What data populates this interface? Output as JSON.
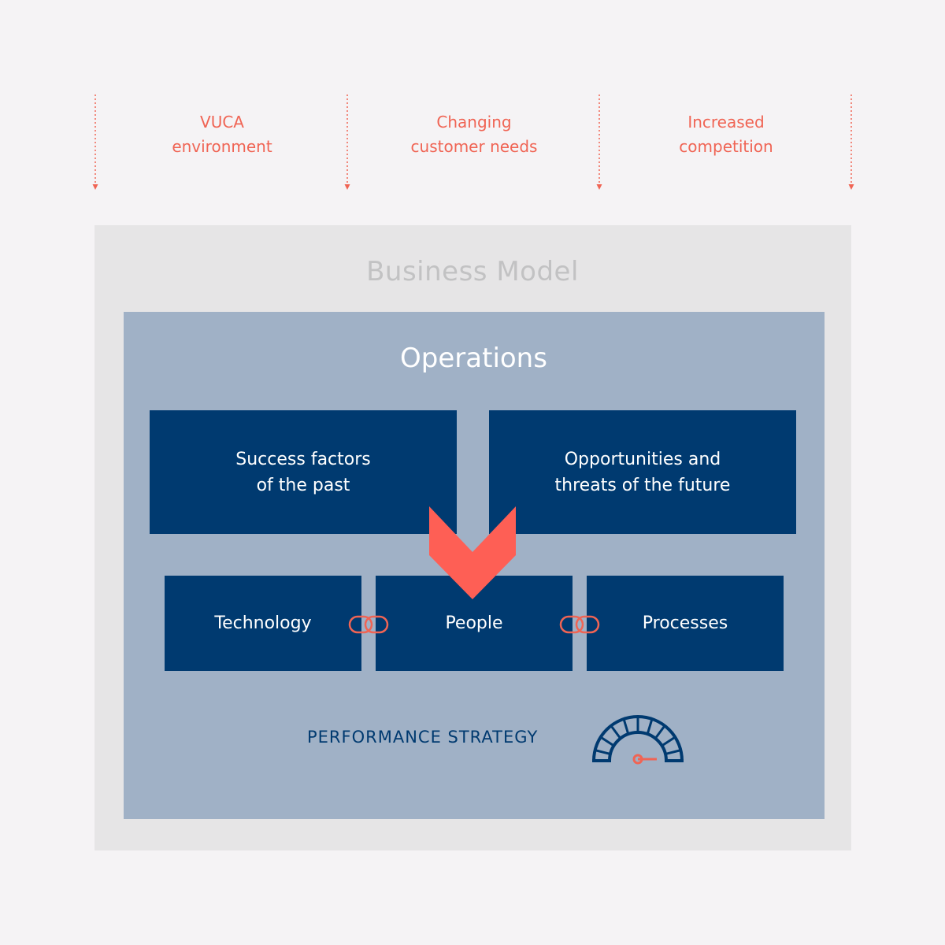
{
  "forces": [
    {
      "line1": "VUCA",
      "line2": "environment"
    },
    {
      "line1": "Changing",
      "line2": "customer needs"
    },
    {
      "line1": "Increased",
      "line2": "competition"
    }
  ],
  "business_model": {
    "title": "Business Model"
  },
  "operations": {
    "title": "Operations",
    "past": "Success factors\nof the past",
    "future": "Opportunities and\nthreats of the future",
    "pillars": [
      "Technology",
      "People",
      "Processes"
    ]
  },
  "strategy": {
    "label": "PERFORMANCE STRATEGY"
  },
  "colors": {
    "accent": "#f06454",
    "dark_blue": "#003a70",
    "ops_bg": "#a0b1c6",
    "bm_bg": "#e6e5e6",
    "page_bg": "#f5f3f5"
  },
  "icons": [
    "down-arrow-icon",
    "chevron-down-icon",
    "link-icon",
    "speedometer-icon"
  ]
}
